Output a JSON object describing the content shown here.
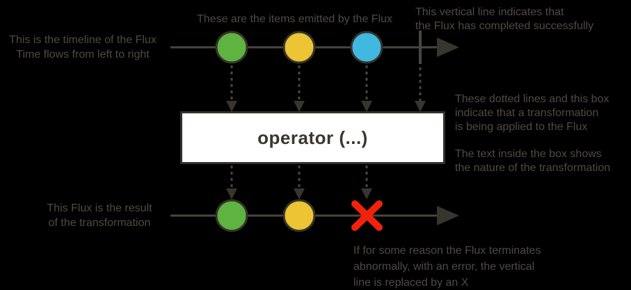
{
  "colors": {
    "background": "#000000",
    "timeline": "#4a463f",
    "arrowhead": "#38352f",
    "dotted_line": "#4a463f",
    "circle_stroke": "#35322b",
    "item_green": "#5fb340",
    "item_yellow": "#ecc434",
    "item_blue": "#41b8e0",
    "error_x": "#f2210c",
    "operator_box_bg": "#ffffff",
    "operator_box_border": "#35322b",
    "operator_box_text": "#3a3731",
    "annotation_text": "#4f4b44"
  },
  "operator_box": {
    "label": "operator (...)"
  },
  "annotations": {
    "timeline_label": "This is the timeline of the Flux\nTime flows from left to right",
    "items_label": "These are the items emitted by the Flux",
    "complete_label": "This vertical line indicates that\nthe Flux has completed successfully",
    "transformation_label": "These dotted lines and this box\nindicate that a transformation\nis being applied to the Flux",
    "box_text_label": "The text inside the box shows\nthe nature of the transformation",
    "result_label": "This Flux is the result\nof the transformation",
    "error_label": "If for some reason the Flux terminates\nabnormally, with an error, the vertical\nline is replaced by an X"
  },
  "diagram": {
    "source_flux": {
      "items": [
        "green",
        "yellow",
        "blue"
      ],
      "terminal": "complete"
    },
    "result_flux": {
      "items": [
        "green",
        "yellow"
      ],
      "terminal": "error"
    }
  }
}
